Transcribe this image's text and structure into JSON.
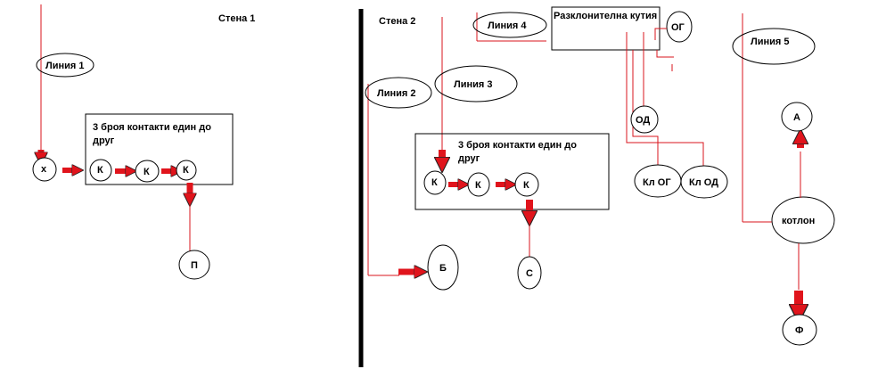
{
  "colors": {
    "wire": "#d8141c",
    "arrow": "#e0141c",
    "ink": "#000000",
    "background": "#ffffff"
  },
  "walls": {
    "wall1": "Стена 1",
    "wall2": "Стена 2"
  },
  "lines": {
    "line1": "Линия 1",
    "line2": "Линия 2",
    "line3": "Линия 3",
    "line4": "Линия 4",
    "line5": "Линия 5"
  },
  "boxes": {
    "contacts_left": "3 броя контакти един до друг",
    "contacts_right": "3 броя контакти един до друг",
    "junction_box": "Разклонителна кутия"
  },
  "nodes": {
    "x": "х",
    "k": "К",
    "p": "П",
    "b": "Б",
    "s": "С",
    "og": "ОГ",
    "od": "ОД",
    "kl_og": "Кл ОГ",
    "kl_od": "Кл ОД",
    "a": "А",
    "kotlon": "котлон",
    "f": "Ф"
  }
}
